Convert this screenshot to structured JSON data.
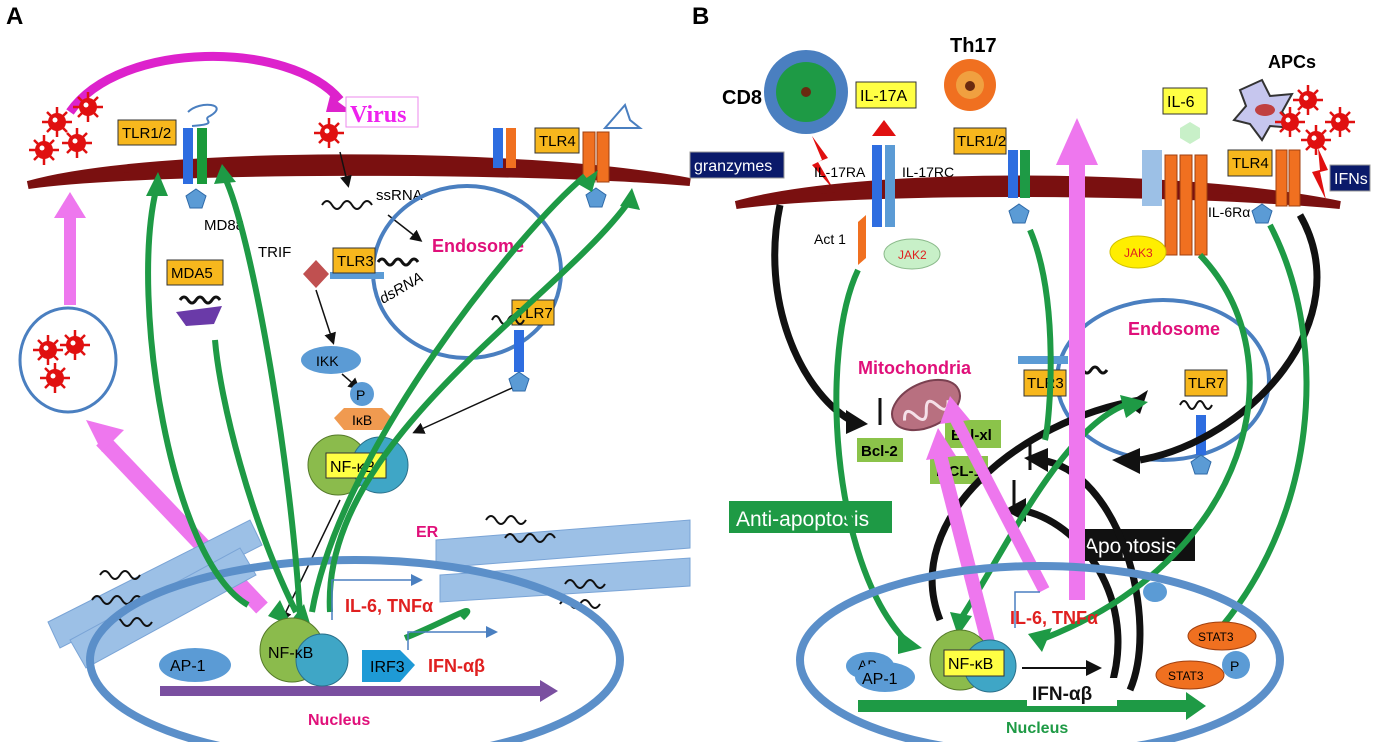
{
  "panel_a": {
    "letter": "A",
    "virus": "Virus",
    "tlr12": "TLR1/2",
    "tlr4": "TLR4",
    "md88": "MD88",
    "ssrna": "ssRNA",
    "endosome": "Endosome",
    "mda5": "MDA5",
    "trif": "TRIF",
    "tlr3": "TLR3",
    "dsrna": "dsRNA",
    "tlr7": "TLR7",
    "ikk": "IKK",
    "p": "P",
    "ikb": "IκB",
    "nfkb": "NF-κB",
    "er": "ER",
    "il6_tnfa": "IL-6, TNFα",
    "ap1": "AP-1",
    "nfkb_nuc": "NF-κB",
    "irf3": "IRF3",
    "ifn": "IFN-αβ",
    "nucleus": "Nucleus"
  },
  "panel_b": {
    "letter": "B",
    "cd8": "CD8",
    "th17": "Th17",
    "il17a": "IL-17A",
    "apcs": "APCs",
    "il6": "IL-6",
    "granzymes": "granzymes",
    "il17ra": "IL-17RA",
    "il17rc": "IL-17RC",
    "tlr12": "TLR1/2",
    "tlr4": "TLR4",
    "ifns": "IFNs",
    "il6ra": "IL-6Rα",
    "act1": "Act 1",
    "jak2": "JAK2",
    "jak3": "JAK3",
    "endosome": "Endosome",
    "mitochondria": "Mitochondria",
    "tlr3": "TLR3",
    "tlr7": "TLR7",
    "bcl2": "Bcl-2",
    "bclxl": "Bcl-xl",
    "mcl1": "MCL-1",
    "anti_apoptosis": "Anti-apoptosis",
    "apoptosis": "Apoptosis",
    "il6_tnfa": "IL-6, TNFα",
    "stat3_a": "STAT3",
    "stat3_b": "STAT3",
    "p": "P",
    "ap_short": "AP",
    "ap1": "AP-1",
    "nfkb": "NF-κB",
    "ifn": "IFN-αβ",
    "nucleus": "Nucleus"
  },
  "colors": {
    "membrane": "#7a1010",
    "green_arrow": "#1e9a45",
    "pink_arrow": "#ee66ee",
    "virus_red": "#e01010",
    "magenta_text": "#e0107a",
    "tlr_yellow": "#f7b71d",
    "blue_nucleus": "#5b8fc9"
  }
}
